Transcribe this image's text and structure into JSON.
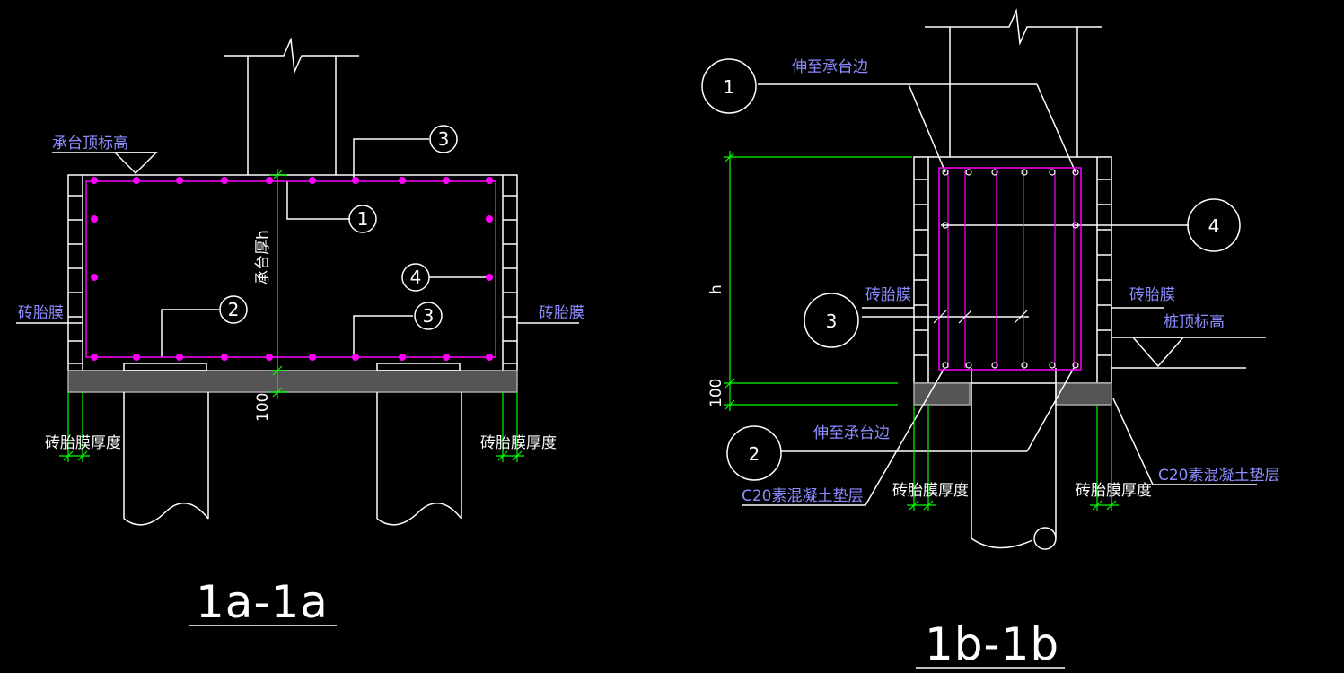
{
  "colors": {
    "background": "#000000",
    "line": "#ffffff",
    "rebar": "#ff00ff",
    "dimension": "#00ff00",
    "label": "#8c8cff"
  },
  "section_a": {
    "title": "1a-1a",
    "labels": {
      "cap_top_elev": "承台顶标高",
      "brick_left": "砖胎膜",
      "brick_right": "砖胎膜",
      "cap_thickness": "承台厚h",
      "dim_100": "100",
      "thk_left": "砖胎膜厚度",
      "thk_right": "砖胎膜厚度"
    },
    "callouts": [
      "1",
      "2",
      "3",
      "4",
      "3"
    ]
  },
  "section_b": {
    "title": "1b-1b",
    "labels": {
      "extend_top": "伸至承台边",
      "extend_bottom": "伸至承台边",
      "brick_left": "砖胎膜",
      "brick_right": "砖胎膜",
      "pile_top_elev": "桩顶标高",
      "dim_h": "h",
      "dim_100": "100",
      "c20_left": "C20素混凝土垫层",
      "c20_right": "C20素混凝土垫层",
      "thk_left": "砖胎膜厚度",
      "thk_right": "砖胎膜厚度"
    },
    "callouts": [
      "1",
      "4",
      "3",
      "2"
    ]
  }
}
